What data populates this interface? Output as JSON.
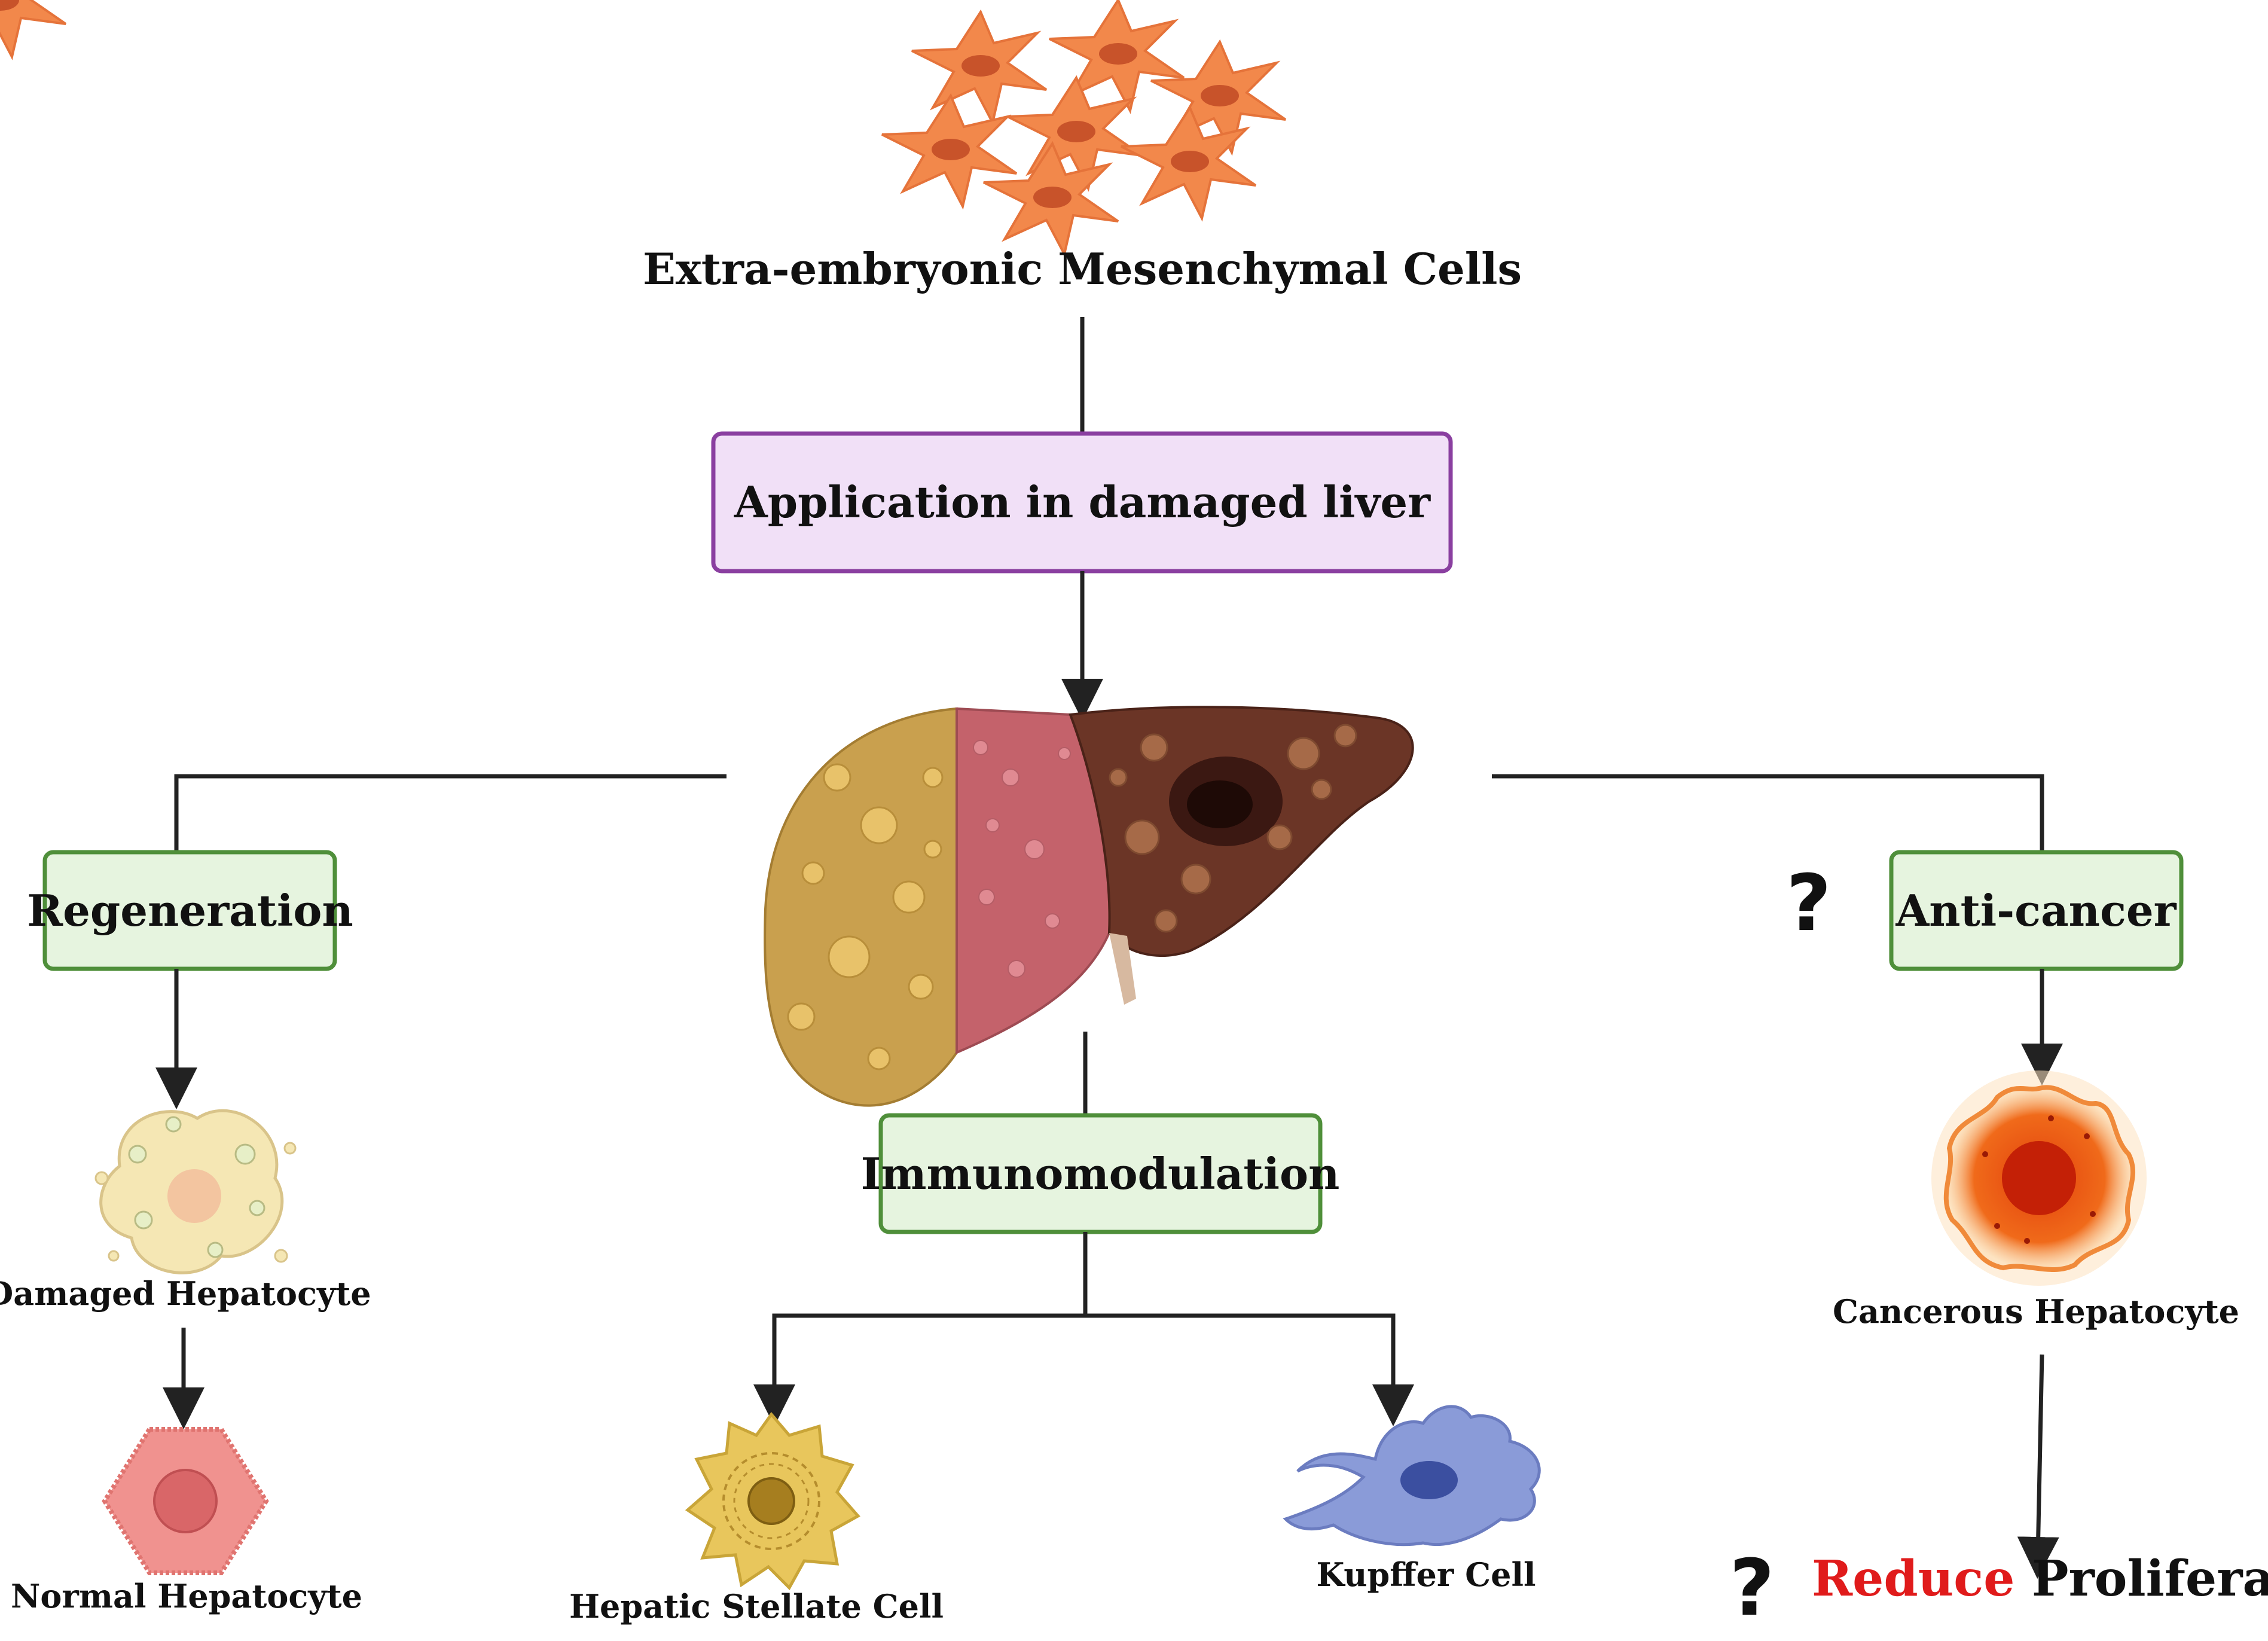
{
  "title": "Extra-embryonic Mesenchymal Cells",
  "application_box": "Application in damaged liver",
  "branches": {
    "regeneration": "Regeneration",
    "immunomodulation": "Immunomodulation",
    "anticancer": "Anti-cancer"
  },
  "cells": {
    "damaged_hepatocyte": "Damaged Hepatocyte",
    "normal_hepatocyte": "Normal Hepatocyte",
    "hepatic_stellate": "Hepatic Stellate Cell",
    "kupffer": "Kupffer Cell",
    "cancerous_hepatocyte": "Cancerous Hepatocyte"
  },
  "outcome": {
    "question_mark": "?",
    "reduce": "Reduce",
    "proliferation": " Proliferation"
  },
  "anticancer_question": "?",
  "colors": {
    "app_box_fill": "#f1e0f7",
    "app_box_stroke": "#8a3fa0",
    "branch_fill": "#e6f4df",
    "branch_stroke": "#4f8f3a",
    "mesenchymal": "#f2884b",
    "reduce_red": "#e01b1b",
    "arrow": "#222222"
  }
}
